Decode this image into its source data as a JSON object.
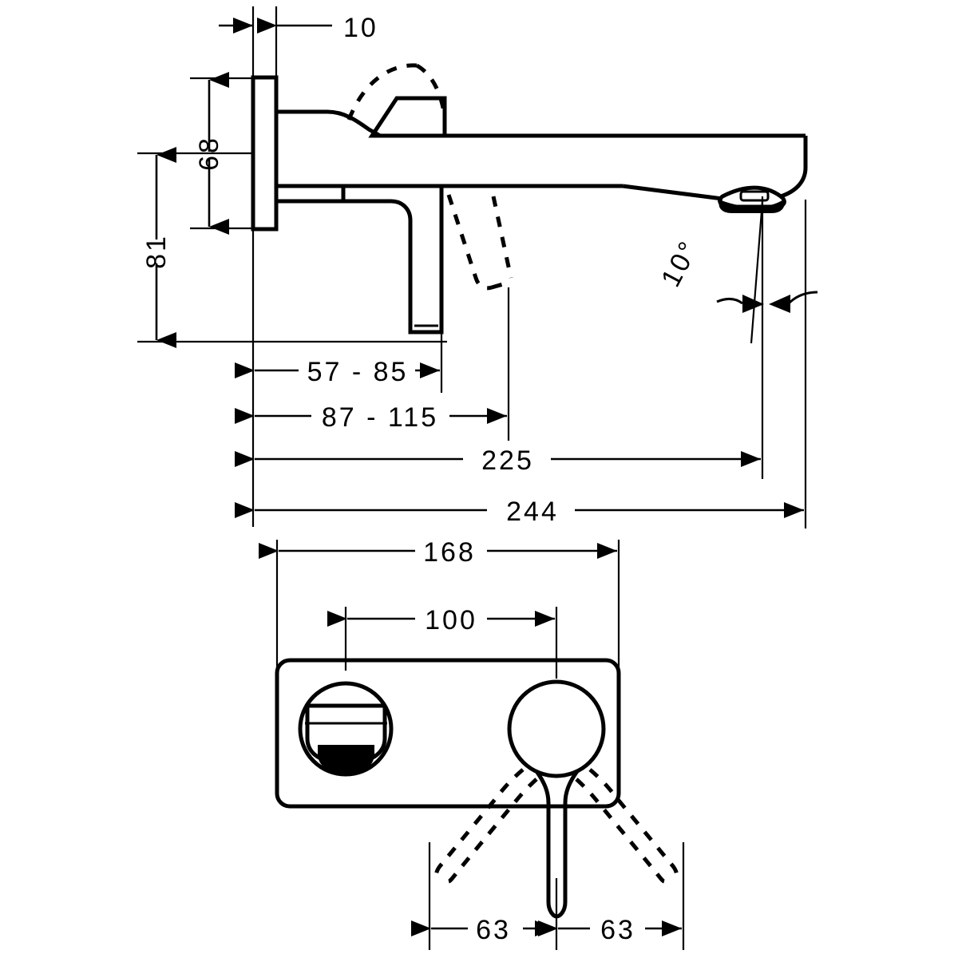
{
  "document": {
    "type": "technical-dimension-drawing",
    "subject": "wall-mounted single lever basin mixer",
    "units": "mm",
    "line_color": "#000000",
    "background_color": "#ffffff"
  },
  "views": {
    "side": {
      "name": "side-elevation",
      "parts": [
        "wall-escutcheon-plate",
        "spout-arm",
        "aerator-outlet",
        "lever-handle",
        "lever-swing-dashed-outline"
      ]
    },
    "front": {
      "name": "front-elevation",
      "parts": [
        "rounded-rectangle-cover-plate",
        "spout-outlet-circle",
        "lever-base-circle",
        "lever-stem",
        "lever-swing-dashed-outline-left",
        "lever-swing-dashed-outline-right"
      ]
    }
  },
  "dimensions": {
    "plate_thickness": "10",
    "spout_to_handle_center": "68",
    "plate_height": "81",
    "projection_min_max_lever": "57 - 85",
    "projection_min_max_lever_swing": "87 - 115",
    "spout_reach_to_aerator": "225",
    "spout_total_length": "244",
    "plate_width": "168",
    "center_distance": "100",
    "lever_swing_left": "63",
    "lever_swing_right": "63",
    "outlet_angle": "10°"
  }
}
